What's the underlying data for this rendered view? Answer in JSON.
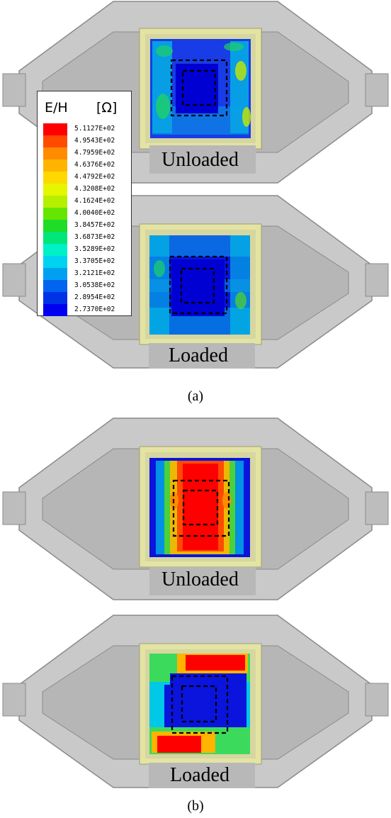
{
  "legend": {
    "quantity": "E/H",
    "unit": "[Ω]",
    "entries": [
      {
        "value": "5.1127E+02",
        "color": "#ff0000"
      },
      {
        "value": "4.9543E+02",
        "color": "#ff4a00"
      },
      {
        "value": "4.7959E+02",
        "color": "#ff8c00"
      },
      {
        "value": "4.6376E+02",
        "color": "#ffb400"
      },
      {
        "value": "4.4792E+02",
        "color": "#ffd800"
      },
      {
        "value": "4.3208E+02",
        "color": "#e6f500"
      },
      {
        "value": "4.1624E+02",
        "color": "#b4f000"
      },
      {
        "value": "4.0040E+02",
        "color": "#64e600"
      },
      {
        "value": "3.8457E+02",
        "color": "#1edc28"
      },
      {
        "value": "3.6873E+02",
        "color": "#00e678"
      },
      {
        "value": "3.5289E+02",
        "color": "#00f0c8"
      },
      {
        "value": "3.3705E+02",
        "color": "#00d2f0"
      },
      {
        "value": "3.2121E+02",
        "color": "#00a0f0"
      },
      {
        "value": "3.0538E+02",
        "color": "#0064f0"
      },
      {
        "value": "2.8954E+02",
        "color": "#0032e6"
      },
      {
        "value": "2.7370E+02",
        "color": "#0000f0"
      }
    ]
  },
  "panels": {
    "a_top": "Unloaded",
    "a_bottom": "Loaded",
    "b_top": "Unloaded",
    "b_bottom": "Loaded"
  },
  "captions": {
    "a": "(a)",
    "b": "(b)"
  },
  "colors": {
    "housing_outer": "#c8c8c8",
    "housing_inner": "#a6a6a6",
    "frame": "#e3e3a4",
    "deep_blue": "#0a14dc"
  }
}
